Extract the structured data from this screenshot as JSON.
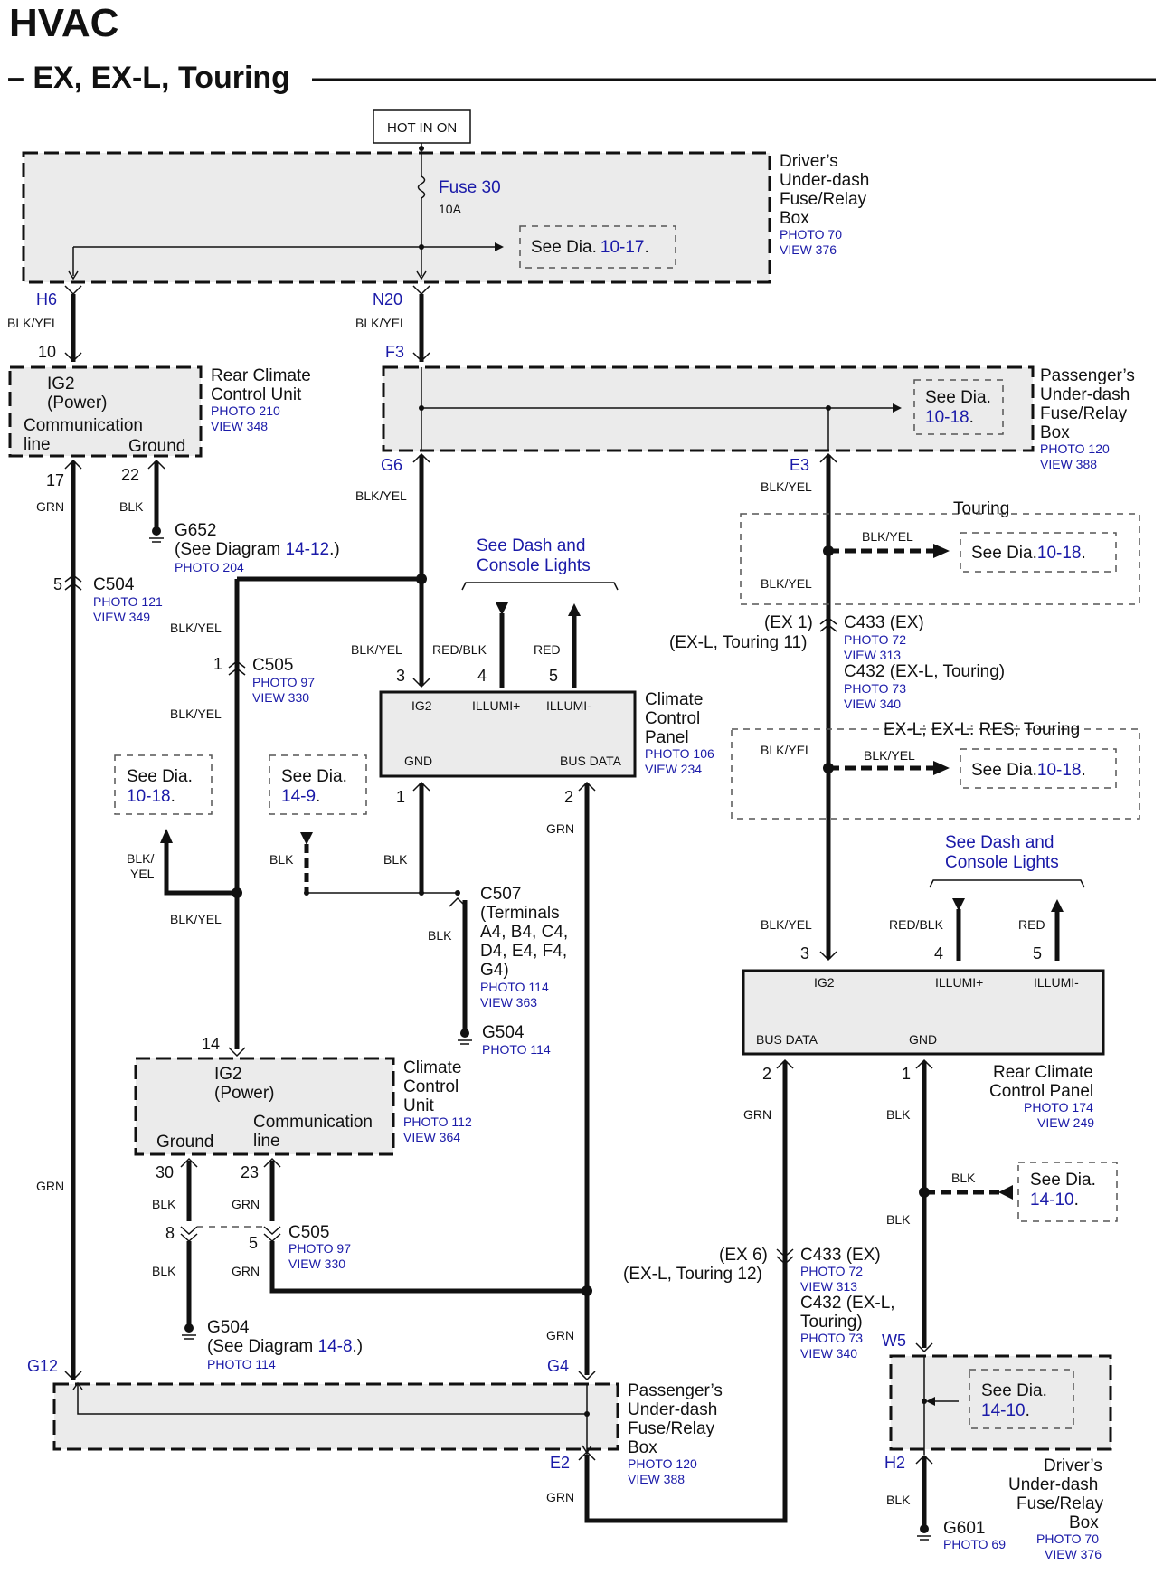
{
  "header": {
    "title": "HVAC",
    "subtitle": "– EX, EX-L, Touring"
  },
  "hot": "HOT IN ON",
  "colors": {
    "ink": "#111111",
    "ref": "#1a1aa8",
    "box_fill": "#ebebeb"
  },
  "driver_box": {
    "fuse": "Fuse 30",
    "amps": "10A",
    "see_a": "See Dia.",
    "see_b": "10-17",
    "see_c": ".",
    "name": [
      "Driver’s",
      "Under-dash",
      "Fuse/Relay",
      "Box"
    ],
    "photo": "PHOTO 70",
    "view": "VIEW 376"
  },
  "conn": {
    "h6": "H6",
    "n20": "N20",
    "f3": "F3",
    "g6": "G6",
    "e3": "E3",
    "g12": "G12",
    "g4": "G4",
    "e2": "E2",
    "w5": "W5",
    "h2": "H2"
  },
  "wires": {
    "blk_yel": "BLK/YEL",
    "grn": "GRN",
    "blk": "BLK",
    "red_blk": "RED/BLK",
    "red": "RED",
    "blk_yel_a": "BLK/",
    "blk_yel_b": "YEL"
  },
  "rccu": {
    "ig2": "IG2",
    "power": "(Power)",
    "comm": "Communication",
    "line": "line",
    "ground": "Ground",
    "name": [
      "Rear Climate",
      "Control Unit"
    ],
    "photo": "PHOTO 210",
    "view": "VIEW 348",
    "p10": "10",
    "p17": "17",
    "p22": "22"
  },
  "g652": {
    "name": "G652",
    "see_a": "(See Diagram ",
    "see_b": "14-12",
    "see_c": ".)",
    "photo": "PHOTO 204"
  },
  "c504": {
    "pin": "5",
    "name": "C504",
    "photo": "PHOTO 121",
    "view": "VIEW 349"
  },
  "pass_top": {
    "see_a": "See Dia.",
    "see_b": "10-18",
    "see_c": ".",
    "name": [
      "Passenger’s",
      "Under-dash",
      "Fuse/Relay",
      "Box"
    ],
    "photo": "PHOTO 120",
    "view": "VIEW 388"
  },
  "dash_lights": [
    "See Dash and",
    "Console Lights"
  ],
  "c505a": {
    "pin": "1",
    "name": "C505",
    "photo": "PHOTO 97",
    "view": "VIEW 330"
  },
  "ccp": {
    "ig2": "IG2",
    "illum_p": "ILLUMI+",
    "illum_m": "ILLUMI-",
    "gnd": "GND",
    "bus": "BUS DATA",
    "name": [
      "Climate",
      "Control",
      "Panel"
    ],
    "photo": "PHOTO 106",
    "view": "VIEW 234",
    "p3": "3",
    "p4": "4",
    "p5": "5",
    "p1": "1",
    "p2": "2"
  },
  "see_10_18": {
    "a": "See Dia.",
    "b": "10-18",
    "c": "."
  },
  "see_14_9": {
    "a": "See Dia.",
    "b": "14-9",
    "c": "."
  },
  "c507": {
    "name": "C507",
    "lines": [
      "(Terminals",
      "A4, B4, C4,",
      "D4, E4, F4,",
      "G4)"
    ],
    "photo": "PHOTO 114",
    "view": "VIEW 363"
  },
  "g504a": {
    "name": "G504",
    "photo": "PHOTO 114"
  },
  "ccu": {
    "ig2": "IG2",
    "power": "(Power)",
    "comm": "Communication",
    "line": "line",
    "ground": "Ground",
    "name": [
      "Climate",
      "Control",
      "Unit"
    ],
    "photo": "PHOTO 112",
    "view": "VIEW 364",
    "p14": "14",
    "p30": "30",
    "p23": "23"
  },
  "c505b": {
    "p8": "8",
    "p5": "5",
    "name": "C505",
    "photo": "PHOTO 97",
    "view": "VIEW 330"
  },
  "g504b": {
    "name": "G504",
    "see_a": "(See Diagram ",
    "see_b": "14-8",
    "see_c": ".)",
    "photo": "PHOTO 114"
  },
  "pass_bot": {
    "name": [
      "Passenger’s",
      "Under-dash",
      "Fuse/Relay",
      "Box"
    ],
    "photo": "PHOTO 120",
    "view": "VIEW 388"
  },
  "touring": {
    "label": "Touring",
    "see_a": "See Dia.",
    "see_b": "10-18",
    "see_c": "."
  },
  "c433a": {
    "ex": "(EX 1)",
    "exl": "(EX-L, Touring 11)",
    "c433": "C433 (EX)",
    "photo72": "PHOTO 72",
    "view313": "VIEW 313",
    "c432": "C432 (EX-L, Touring)",
    "photo73": "PHOTO 73",
    "view340": "VIEW 340"
  },
  "exl_group": {
    "label": "EX-L; EX-L: RES; Touring",
    "see_a": "See Dia.",
    "see_b": "10-18",
    "see_c": "."
  },
  "rccp": {
    "ig2": "IG2",
    "illum_p": "ILLUMI+",
    "illum_m": "ILLUMI-",
    "bus": "BUS DATA",
    "gnd": "GND",
    "name": [
      "Rear Climate",
      "Control Panel"
    ],
    "photo": "PHOTO 174",
    "view": "VIEW 249",
    "p3": "3",
    "p4": "4",
    "p5": "5",
    "p2": "2",
    "p1": "1"
  },
  "see_14_10a": {
    "a": "See Dia.",
    "b": "14-10",
    "c": "."
  },
  "c433b": {
    "ex": "(EX 6)",
    "exl": "(EX-L, Touring 12)",
    "c433": "C433 (EX)",
    "photo72": "PHOTO 72",
    "view313": "VIEW 313",
    "c432a": "C432 (EX-L,",
    "c432b": "Touring)",
    "photo73": "PHOTO 73",
    "view340": "VIEW 340"
  },
  "driver_bot": {
    "see_a": "See Dia.",
    "see_b": "14-10",
    "see_c": ".",
    "name": [
      "Driver’s",
      "Under-dash",
      "Fuse/Relay",
      "Box"
    ],
    "photo": "PHOTO 70",
    "view": "VIEW 376"
  },
  "g601": {
    "name": "G601",
    "photo": "PHOTO 69"
  }
}
